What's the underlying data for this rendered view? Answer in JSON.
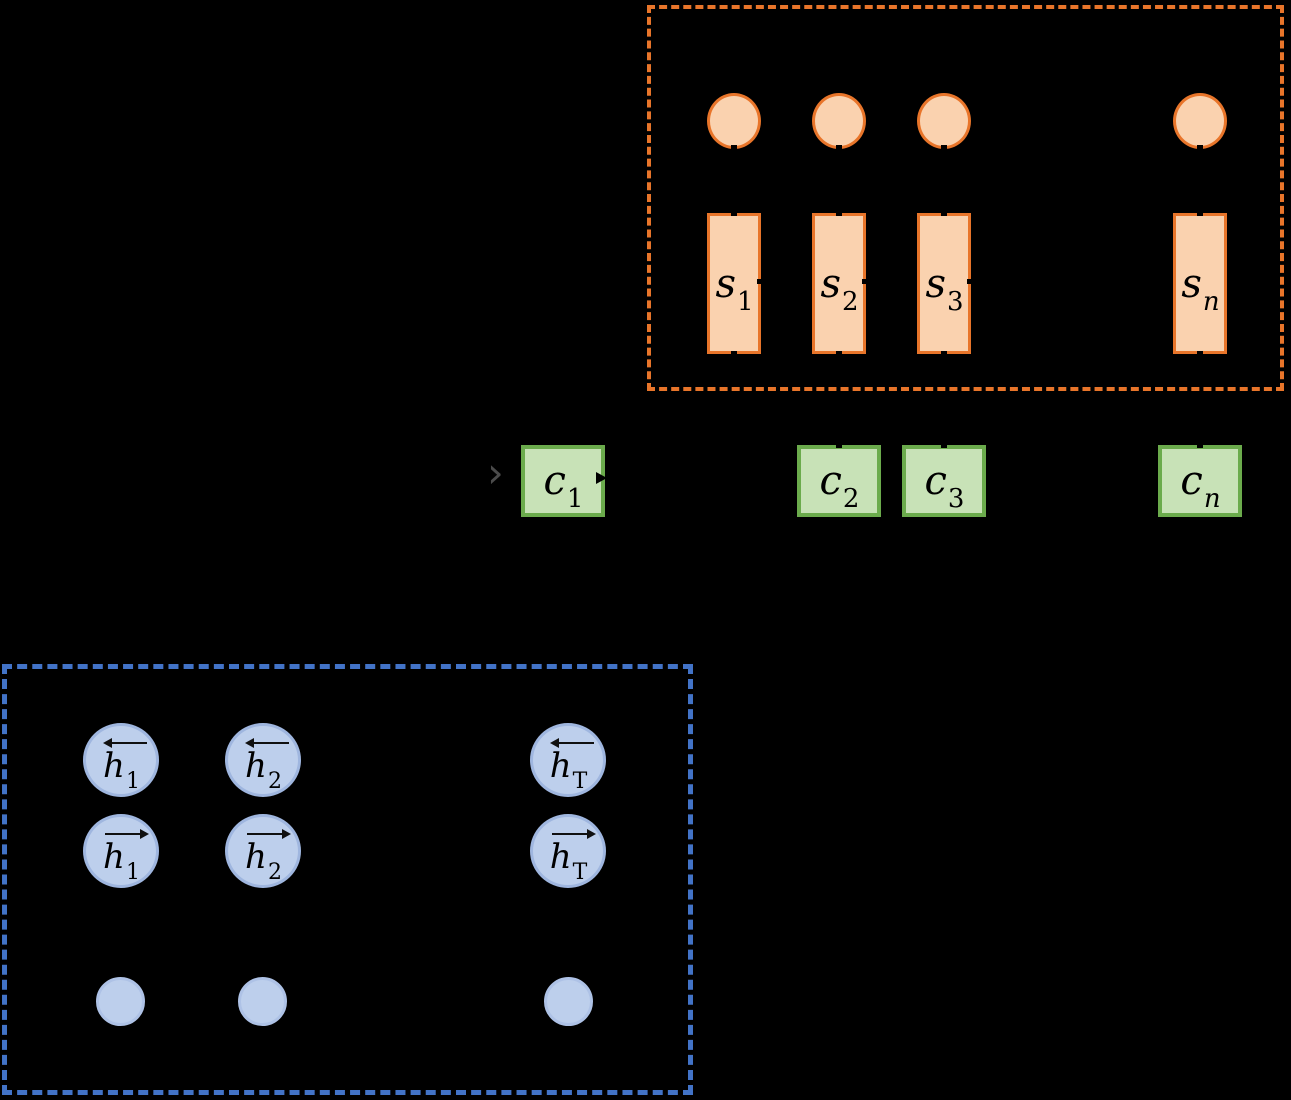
{
  "palette": {
    "background": "#000000",
    "decoder_box_border": "#E8752A",
    "decoder_shape_fill": "#FAD2AF",
    "decoder_shape_border": "#E8752A",
    "context_fill": "#C8E2B7",
    "context_border": "#6BAB4C",
    "encoder_box_border": "#4273C7",
    "encoder_shape_fill": "#BDCFEC",
    "encoder_shape_border": "#9FB6DF",
    "label_text": "#000000",
    "hint_chevron": "#595959"
  },
  "decoder": {
    "output_circle_count": 4,
    "states": [
      {
        "base": "s",
        "sub": "1"
      },
      {
        "base": "s",
        "sub": "2"
      },
      {
        "base": "s",
        "sub": "3"
      },
      {
        "base": "s",
        "sub": "n"
      }
    ]
  },
  "context_vectors": [
    {
      "base": "c",
      "sub": "1"
    },
    {
      "base": "c",
      "sub": "2"
    },
    {
      "base": "c",
      "sub": "3"
    },
    {
      "base": "c",
      "sub": "n"
    }
  ],
  "encoder": {
    "backward_states": [
      {
        "dir": "left",
        "base": "h",
        "sub": "1"
      },
      {
        "dir": "left",
        "base": "h",
        "sub": "2"
      },
      {
        "dir": "left",
        "base": "h",
        "sub": "T"
      }
    ],
    "forward_states": [
      {
        "dir": "right",
        "base": "h",
        "sub": "1"
      },
      {
        "dir": "right",
        "base": "h",
        "sub": "2"
      },
      {
        "dir": "right",
        "base": "h",
        "sub": "T"
      }
    ],
    "input_circle_count": 3
  },
  "icons": {
    "context_input_chevron": "›"
  }
}
